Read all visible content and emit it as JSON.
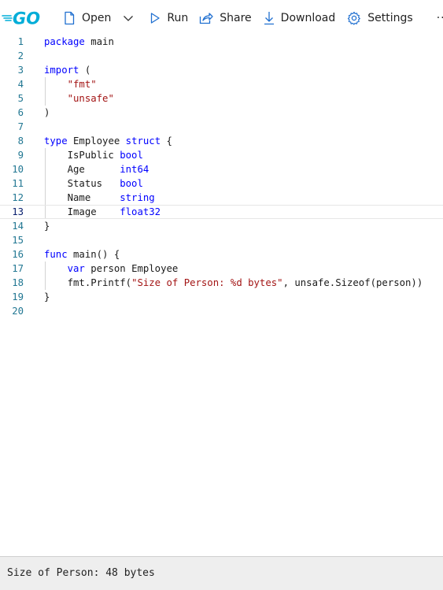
{
  "toolbar": {
    "logo_text": "GO",
    "open_label": "Open",
    "run_label": "Run",
    "share_label": "Share",
    "download_label": "Download",
    "settings_label": "Settings",
    "more_label": "···"
  },
  "editor": {
    "current_line": 13,
    "lines": [
      {
        "num": "1",
        "tokens": [
          {
            "t": "package",
            "c": "kw"
          },
          {
            "t": " main",
            "c": ""
          }
        ]
      },
      {
        "num": "2",
        "tokens": []
      },
      {
        "num": "3",
        "tokens": [
          {
            "t": "import",
            "c": "kw"
          },
          {
            "t": " (",
            "c": ""
          }
        ]
      },
      {
        "num": "4",
        "tokens": [
          {
            "t": "    ",
            "c": ""
          },
          {
            "t": "\"fmt\"",
            "c": "str"
          }
        ]
      },
      {
        "num": "5",
        "tokens": [
          {
            "t": "    ",
            "c": ""
          },
          {
            "t": "\"unsafe\"",
            "c": "str"
          }
        ]
      },
      {
        "num": "6",
        "tokens": [
          {
            "t": ")",
            "c": ""
          }
        ]
      },
      {
        "num": "7",
        "tokens": []
      },
      {
        "num": "8",
        "tokens": [
          {
            "t": "type",
            "c": "kw"
          },
          {
            "t": " Employee ",
            "c": ""
          },
          {
            "t": "struct",
            "c": "kw"
          },
          {
            "t": " {",
            "c": ""
          }
        ]
      },
      {
        "num": "9",
        "tokens": [
          {
            "t": "    IsPublic ",
            "c": ""
          },
          {
            "t": "bool",
            "c": "typ"
          }
        ]
      },
      {
        "num": "10",
        "tokens": [
          {
            "t": "    Age      ",
            "c": ""
          },
          {
            "t": "int64",
            "c": "typ"
          }
        ]
      },
      {
        "num": "11",
        "tokens": [
          {
            "t": "    Status   ",
            "c": ""
          },
          {
            "t": "bool",
            "c": "typ"
          }
        ]
      },
      {
        "num": "12",
        "tokens": [
          {
            "t": "    Name     ",
            "c": ""
          },
          {
            "t": "string",
            "c": "typ"
          }
        ]
      },
      {
        "num": "13",
        "tokens": [
          {
            "t": "    Image    ",
            "c": ""
          },
          {
            "t": "float32",
            "c": "typ"
          }
        ]
      },
      {
        "num": "14",
        "tokens": [
          {
            "t": "}",
            "c": ""
          }
        ]
      },
      {
        "num": "15",
        "tokens": []
      },
      {
        "num": "16",
        "tokens": [
          {
            "t": "func",
            "c": "kw"
          },
          {
            "t": " main() {",
            "c": ""
          }
        ]
      },
      {
        "num": "17",
        "tokens": [
          {
            "t": "    ",
            "c": ""
          },
          {
            "t": "var",
            "c": "kw"
          },
          {
            "t": " person Employee",
            "c": ""
          }
        ]
      },
      {
        "num": "18",
        "tokens": [
          {
            "t": "    fmt.Printf(",
            "c": ""
          },
          {
            "t": "\"Size of Person: %d bytes\"",
            "c": "str"
          },
          {
            "t": ", unsafe.Sizeof(person))",
            "c": ""
          }
        ]
      },
      {
        "num": "19",
        "tokens": [
          {
            "t": "}",
            "c": ""
          }
        ]
      },
      {
        "num": "20",
        "tokens": []
      }
    ]
  },
  "output": {
    "text": "Size of Person: 48 bytes"
  },
  "colors": {
    "keyword": "#0000ff",
    "string": "#a31515",
    "line_number": "#237893",
    "go_brand": "#00add8",
    "output_bg": "#eeeeee"
  },
  "icons": [
    "go-logo-icon",
    "file-icon",
    "chevron-down-icon",
    "play-icon",
    "share-icon",
    "download-icon",
    "gear-icon",
    "more-icon"
  ]
}
